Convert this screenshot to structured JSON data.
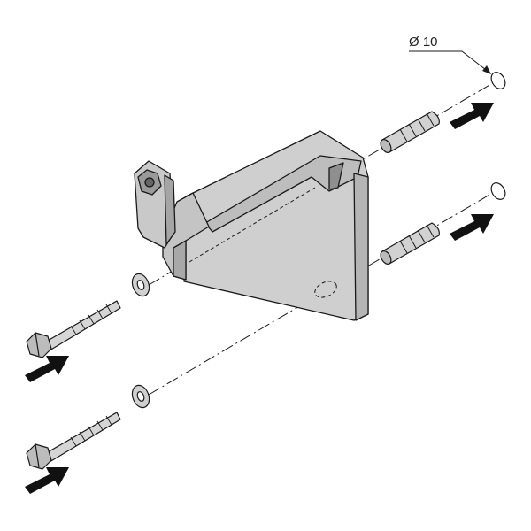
{
  "diagram": {
    "dimension_label": "Ø 10",
    "colors": {
      "bracket_fill": "#cdcdcd",
      "bracket_dark": "#a9a9a9",
      "part_fill": "#d4d4d4",
      "outline": "#1a1a1a",
      "arrow": "#111111",
      "background": "#ffffff"
    },
    "parts": [
      "mounting-bracket",
      "adjuster-bolt",
      "wall-plug-upper",
      "wall-plug-lower",
      "washer-upper",
      "washer-lower",
      "lag-screw-upper",
      "lag-screw-lower",
      "drill-hole-upper",
      "drill-hole-lower"
    ],
    "arrows": [
      "arrow-plug-upper",
      "arrow-plug-lower",
      "arrow-screw-upper",
      "arrow-screw-lower"
    ]
  }
}
